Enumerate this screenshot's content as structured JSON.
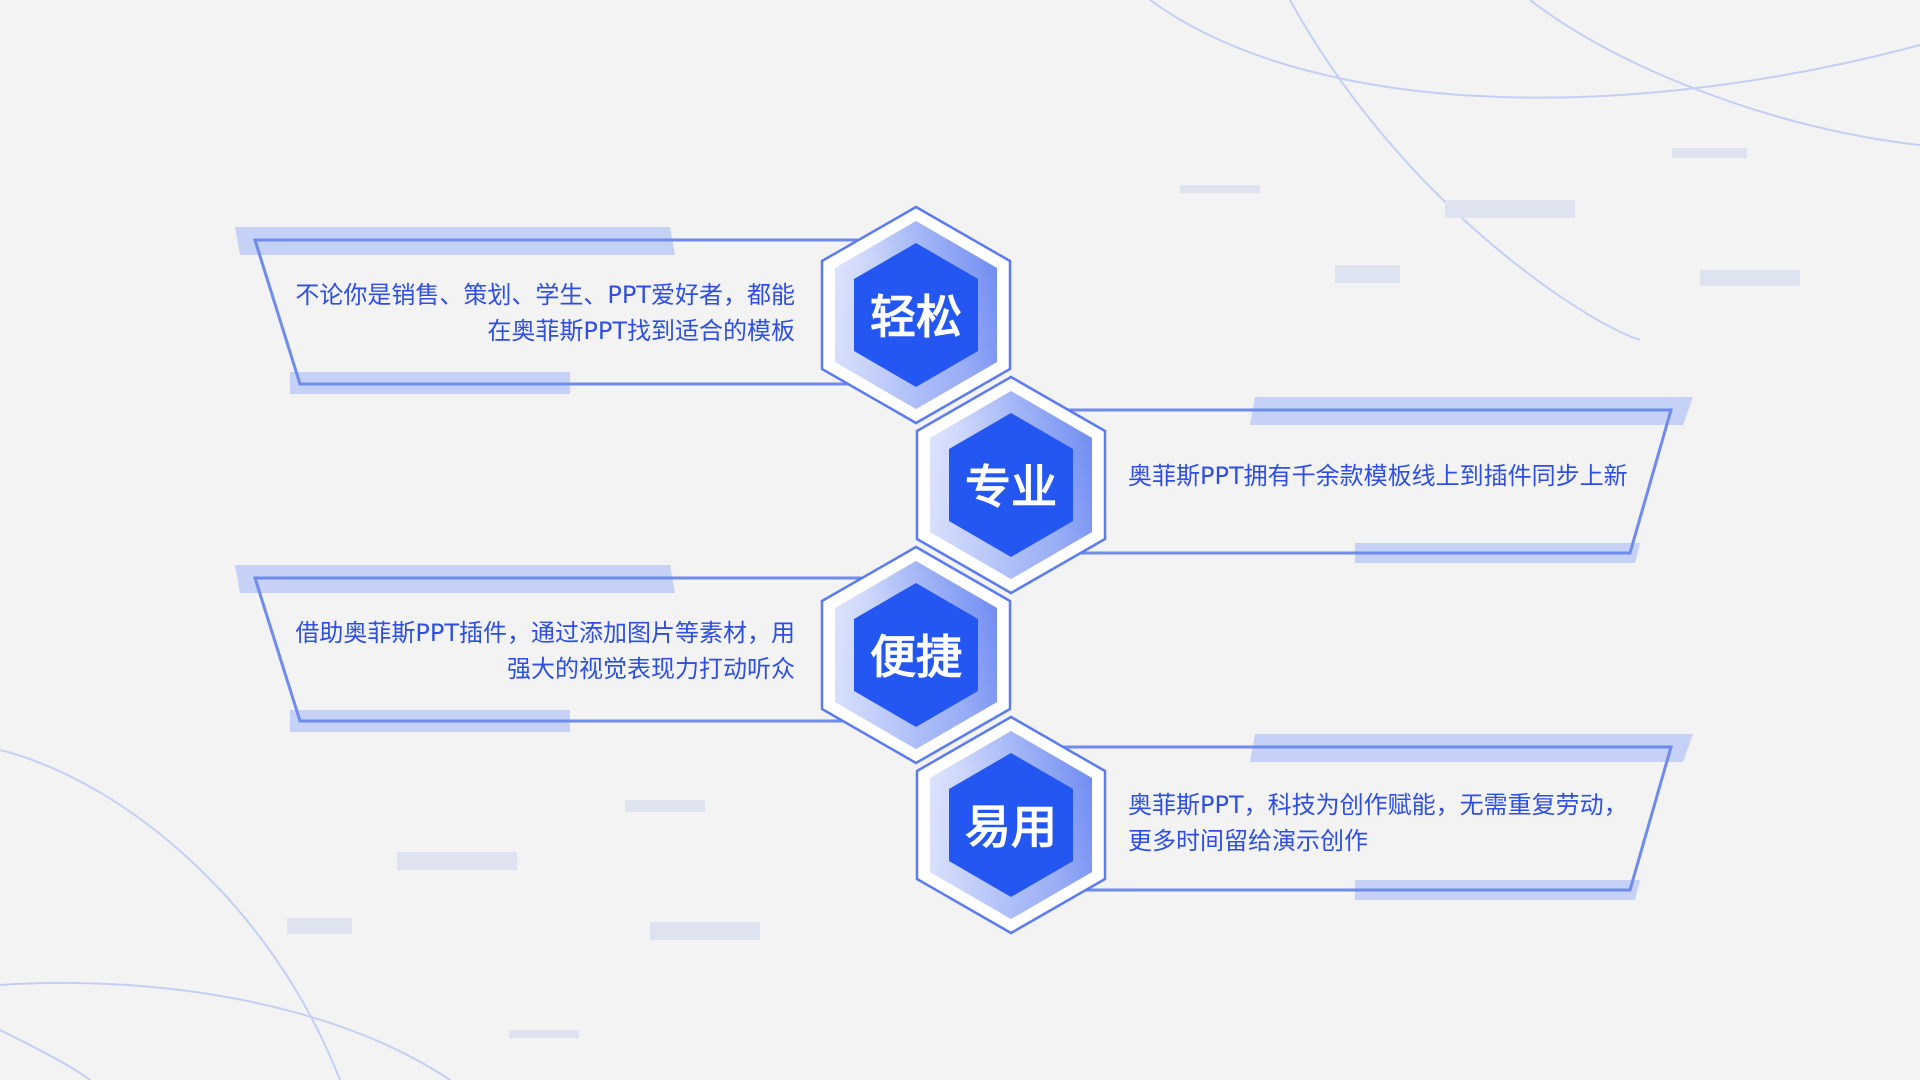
{
  "colors": {
    "background": "#f3f3f4",
    "accent": "#2e4fe0",
    "hex_core": "#2457f2",
    "panel_line": "#6f8bec",
    "highlight_bar": "#c6d1f7"
  },
  "features": [
    {
      "title": "轻松",
      "lines": [
        "不论你是销售、策划、学生、PPT爱好者，都能",
        "在奥菲斯PPT找到适合的模板"
      ]
    },
    {
      "title": "专业",
      "lines": [
        "奥菲斯PPT拥有千余款模板线上到插件同步上新"
      ]
    },
    {
      "title": "便捷",
      "lines": [
        "借助奥菲斯PPT插件，通过添加图片等素材，用",
        "强大的视觉表现力打动听众"
      ]
    },
    {
      "title": "易用",
      "lines": [
        "奥菲斯PPT，科技为创作赋能，无需重复劳动，",
        "更多时间留给演示创作"
      ]
    }
  ]
}
